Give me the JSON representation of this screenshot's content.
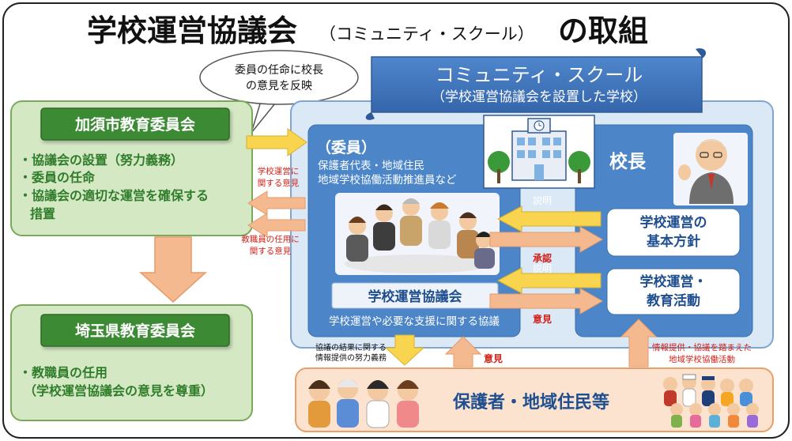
{
  "title": {
    "main": "学校運営協議会",
    "paren": "（コミュニティ・スクール）",
    "suffix": "の取組"
  },
  "callout": {
    "line1": "委員の任命に校長",
    "line2": "の意見を反映"
  },
  "kazo": {
    "title": "加須市教育委員会",
    "items": [
      "・協議会の設置（努力義務）",
      "・委員の任命",
      "・協議会の適切な運営を確保する",
      "措置"
    ]
  },
  "saitama": {
    "title": "埼玉県教育委員会",
    "items": [
      "・教職員の任用",
      "（学校運営協議会の意見を尊重）"
    ]
  },
  "school": {
    "banner_line1": "コミュニティ・スクール",
    "banner_line2": "（学校運営協議会を設置した学校）"
  },
  "committee": {
    "heading": "（委員）",
    "line1": "保護者代表・地域住民",
    "line2": "地域学校協働活動推進員など",
    "council_label": "学校運営協議会",
    "footer": "学校運営や必要な支援に関する協議"
  },
  "principal": {
    "title": "校長",
    "policy_line1": "学校運営の",
    "policy_line2": "基本方針",
    "activity_line1": "学校運営・",
    "activity_line2": "教育活動"
  },
  "flows": {
    "explain1": "説明",
    "approve": "承認",
    "explain2": "説明",
    "opinion_right": "意見",
    "side_opinion1_l1": "学校運営に",
    "side_opinion1_l2": "関する意見",
    "side_opinion2_l1": "教職員の任用に",
    "side_opinion2_l2": "関する意見",
    "info_l1": "協議の結果に関する",
    "info_l2": "情報提供の努力義務",
    "opinion_bottom": "意見",
    "collab_l1": "情報提供・協議を踏まえた",
    "collab_l2": "地域学校協働活動"
  },
  "community": {
    "label": "保護者・地域住民等"
  },
  "colors": {
    "green_fill": "#d4e8c4",
    "green_border": "#7aa95a",
    "green_title": "#3d8a35",
    "green_text": "#2f7d2a",
    "blue_outer": "#dbe8f5",
    "blue_border": "#7ea6d0",
    "blue_banner": "#3f73b8",
    "blue_inner": "#4c86c8",
    "orange_arrow": "#f5b98f",
    "yellow_arrow": "#f9d44e",
    "red_text": "#d0221a",
    "orange_box": "#fbe3d0",
    "orange_border": "#e8a06a"
  }
}
